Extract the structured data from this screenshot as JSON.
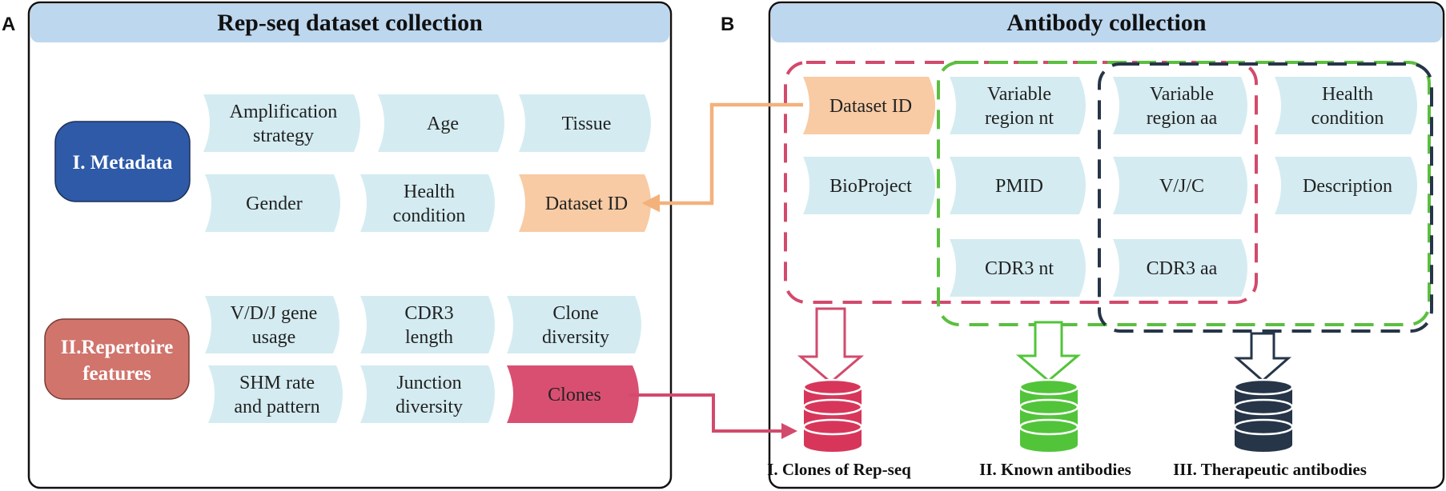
{
  "panel_a": {
    "tag": "A",
    "title": "Rep-seq dataset collection",
    "categories": {
      "metadata": "I. Metadata",
      "repertoire": [
        "II.Repertoire",
        "features"
      ]
    },
    "metadata_items": [
      [
        "Amplification",
        "strategy"
      ],
      [
        "Age"
      ],
      [
        "Tissue"
      ],
      [
        "Gender"
      ],
      [
        "Health",
        "condition"
      ],
      [
        "Dataset ID"
      ]
    ],
    "repertoire_items": [
      [
        "V/D/J gene",
        "usage"
      ],
      [
        "CDR3",
        "length"
      ],
      [
        "Clone",
        "diversity"
      ],
      [
        "SHM rate",
        "and pattern"
      ],
      [
        "Junction",
        "diversity"
      ],
      [
        "Clones"
      ]
    ]
  },
  "panel_b": {
    "tag": "B",
    "title": "Antibody collection",
    "items": [
      [
        "Dataset ID"
      ],
      [
        "Variable",
        "region  nt"
      ],
      [
        "Variable",
        "region aa"
      ],
      [
        "Health",
        "condition"
      ],
      [
        "BioProject"
      ],
      [
        "PMID"
      ],
      [
        "V/J/C"
      ],
      [
        "Description"
      ],
      [
        "CDR3 nt"
      ],
      [
        "CDR3 aa"
      ]
    ],
    "databases": [
      "I. Clones of Rep-seq",
      "II. Known antibodies",
      "III. Therapeutic antibodies"
    ]
  },
  "colors": {
    "header_band": "#bdd7ee",
    "item_fill": "#d4ecf1",
    "highlight_orange": "#f8cba4",
    "clones_pink": "#d94f72",
    "metadata_blue": "#2e5aa8",
    "repertoire_red": "#d0746c",
    "group_red": "#d24a6c",
    "group_green": "#5bbf3f",
    "group_navy": "#263548",
    "db_red": "#d7365a",
    "db_green": "#52c43a",
    "db_navy": "#263548"
  }
}
